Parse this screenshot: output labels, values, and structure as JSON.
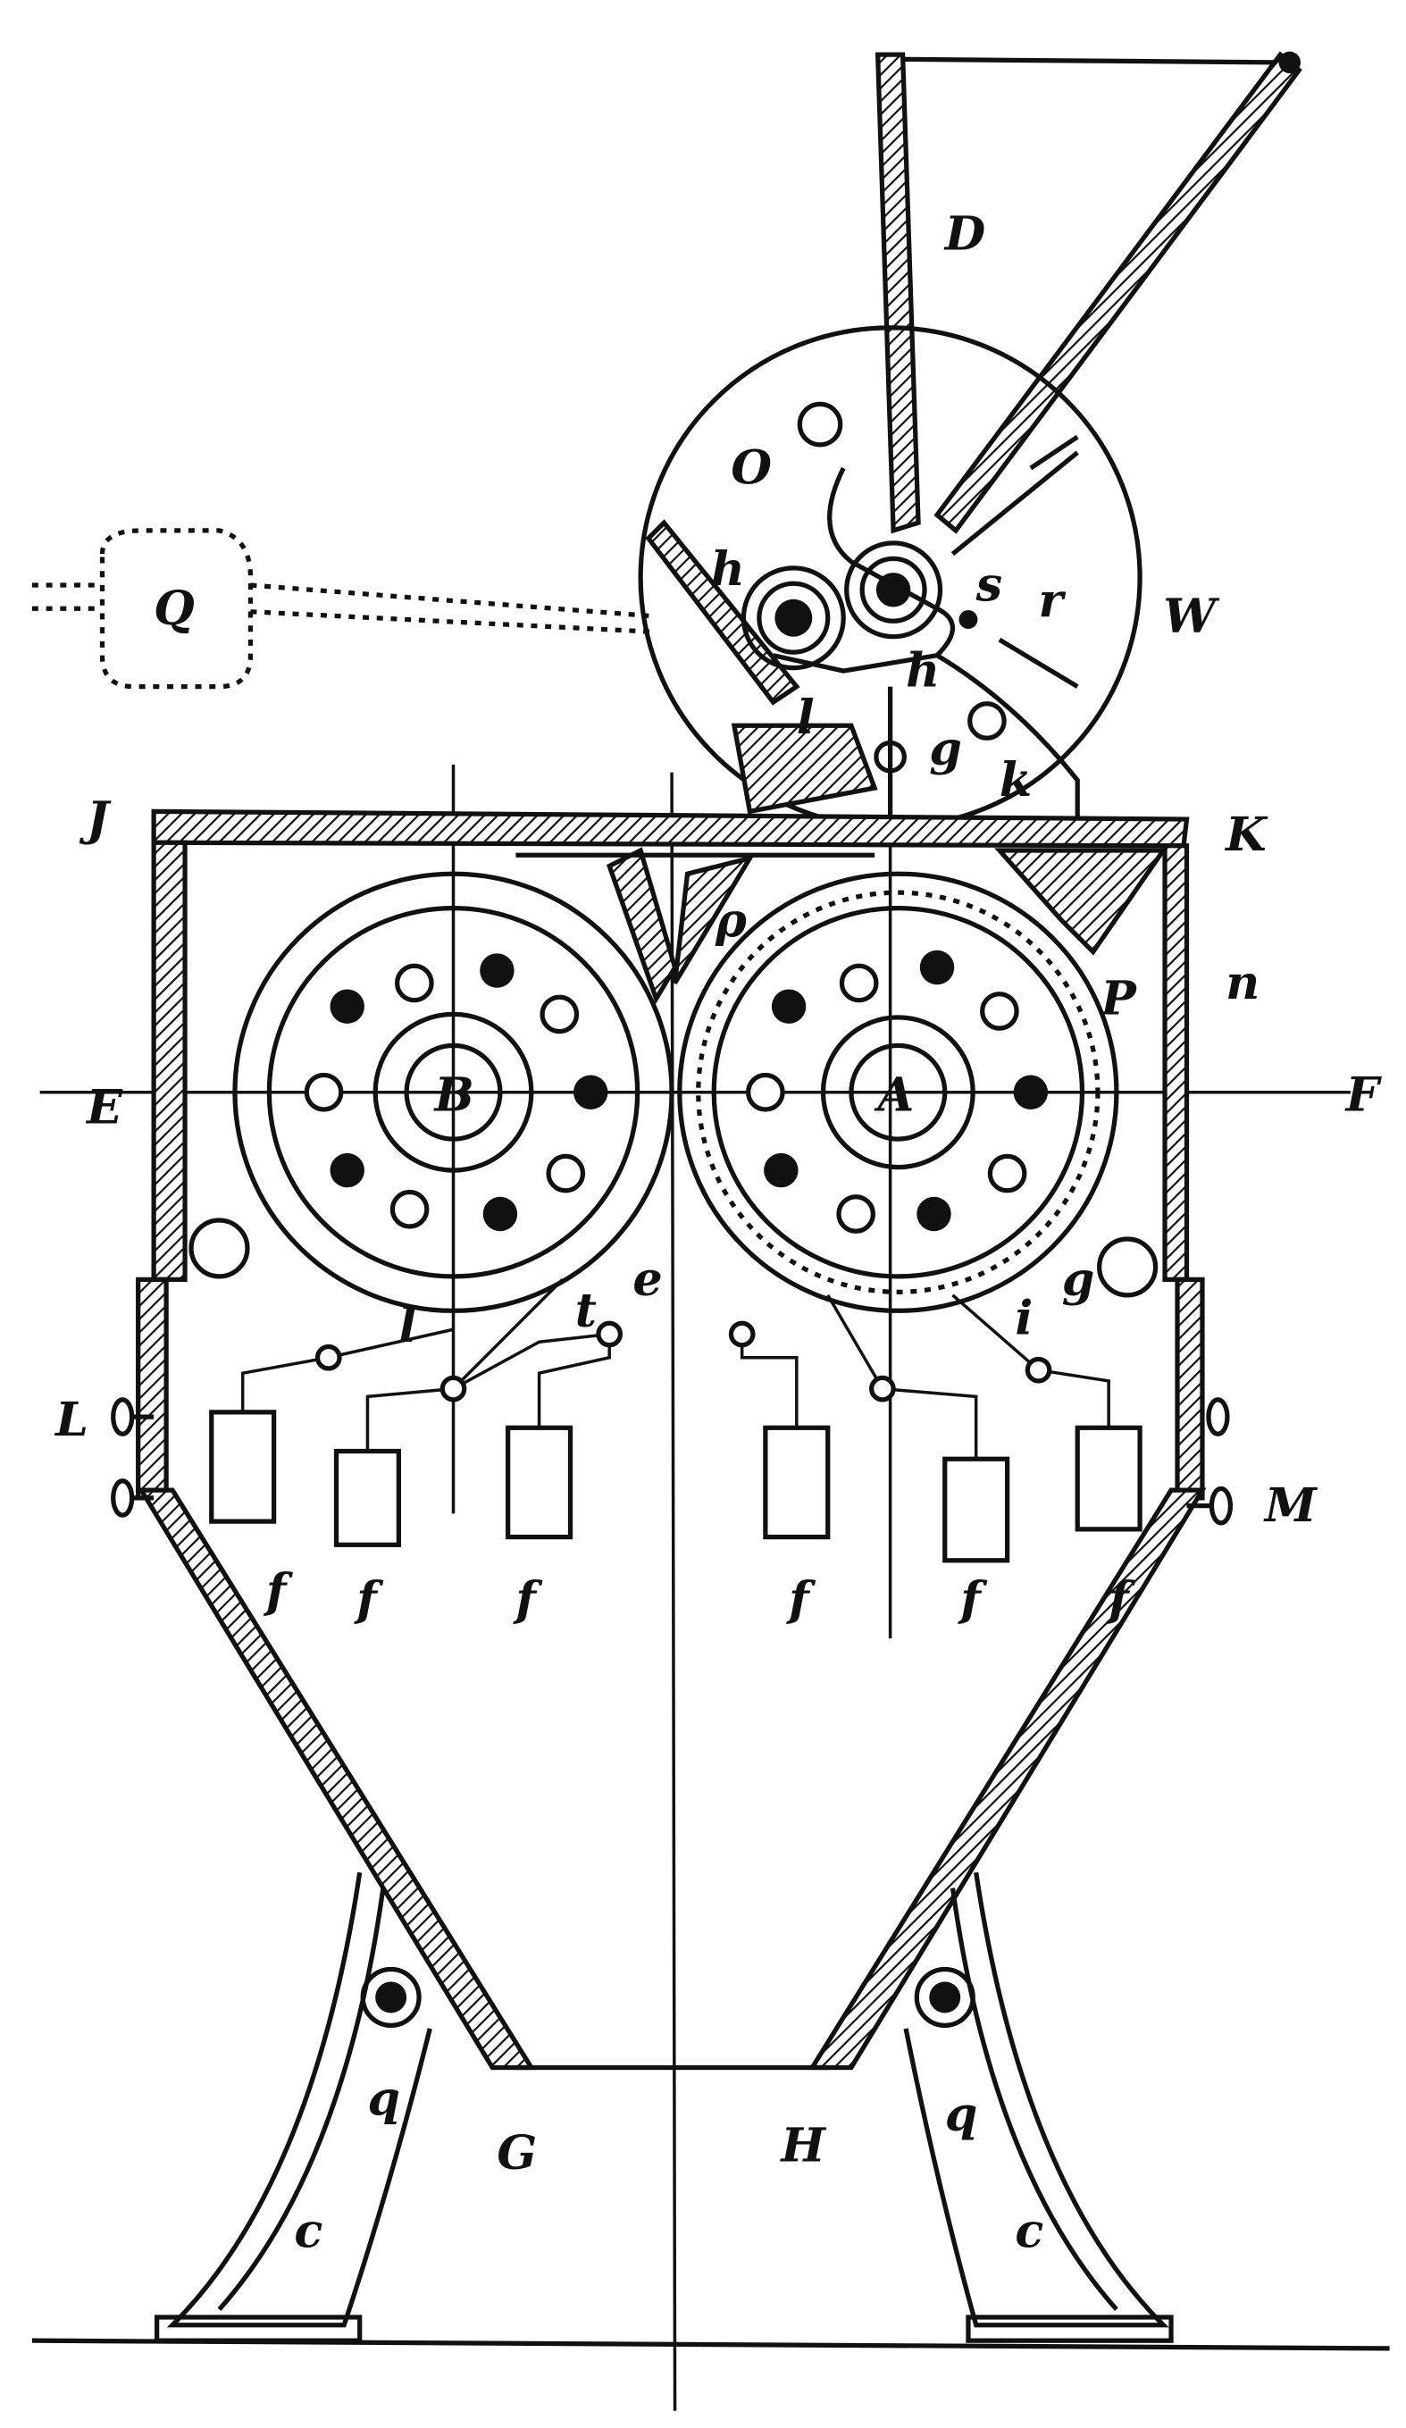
{
  "diagram": {
    "type": "mechanical engraving",
    "labels": {
      "hopper": "D",
      "wheel_o": "O",
      "wheel": "W",
      "handle": "Q",
      "h_left": "h",
      "s": "s",
      "r": "r",
      "l_upper": "l",
      "h_lower": "h",
      "g_upper": "g",
      "k": "k",
      "J": "J",
      "K": "K",
      "rho": "ρ",
      "P": "P",
      "n": "n",
      "B": "B",
      "A": "A",
      "E": "E",
      "F": "F",
      "e": "e",
      "t": "t",
      "l_lower": "l",
      "i": "i",
      "g_right": "g",
      "L": "L",
      "M": "M",
      "f1": "f",
      "f2": "f",
      "f3": "f",
      "f4": "f",
      "f5": "f",
      "f6": "f",
      "q_left": "q",
      "q_right": "q",
      "G": "G",
      "H": "H",
      "c_left": "c",
      "c_right": "c"
    }
  }
}
